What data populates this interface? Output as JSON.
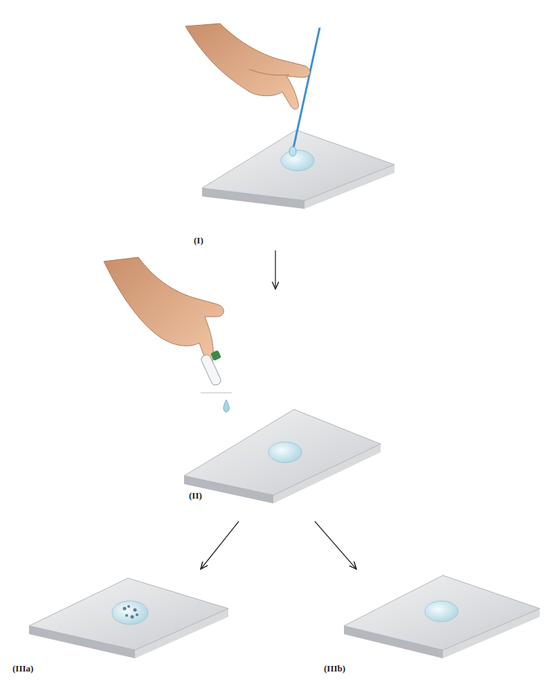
{
  "diagram": {
    "nodes": [
      {
        "text": [
          "(I)"
        ]
      },
      {
        "text": [
          "(II)"
        ]
      },
      {
        "text": [
          "(IIIa)"
        ]
      },
      {
        "text": [
          "(IIIb)"
        ]
      }
    ],
    "edges": [
      {
        "from": 0,
        "to": 1,
        "arrow": "to"
      },
      {
        "from": 1,
        "to": 2,
        "arrow": "to"
      },
      {
        "from": 1,
        "to": 3,
        "arrow": "to"
      }
    ]
  }
}
